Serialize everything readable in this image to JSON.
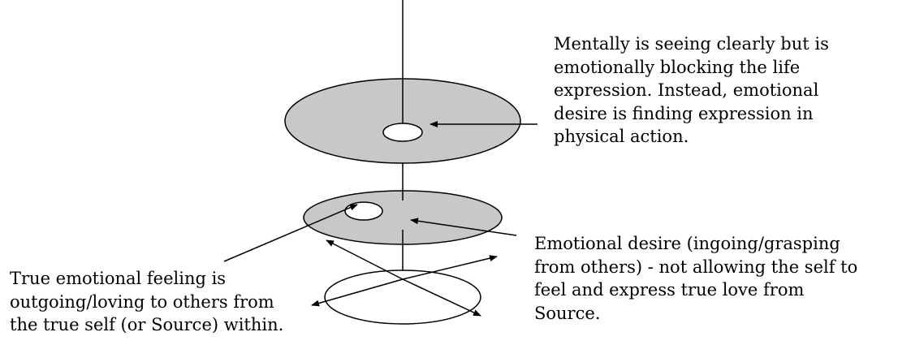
{
  "diagram": {
    "colors": {
      "disc_fill": "#c8c8c8",
      "ellipse_fill": "#ffffff",
      "stroke": "#000000"
    },
    "annotations": {
      "mental": {
        "lines": [
          "Mentally is seeing clearly but is",
          "emotionally blocking the life",
          "expression.  Instead, emotional",
          "desire is finding expression in",
          "physical action."
        ]
      },
      "emotional_desire": {
        "lines": [
          "Emotional desire (ingoing/grasping",
          "from others) - not allowing the self to",
          "feel and express true love from",
          "Source."
        ]
      },
      "true_feeling": {
        "lines": [
          "True emotional feeling is",
          "outgoing/loving to others from",
          "the true self (or Source) within."
        ]
      }
    }
  }
}
